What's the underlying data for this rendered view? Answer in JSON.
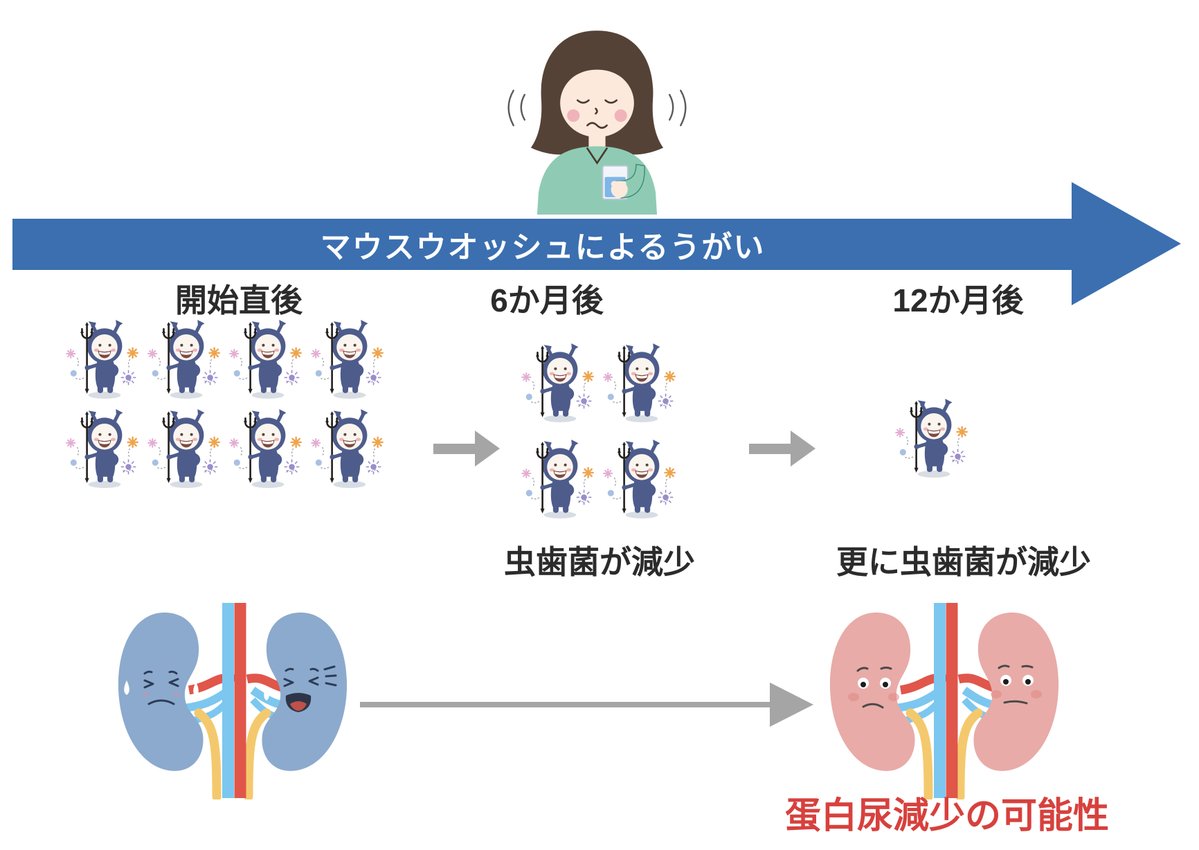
{
  "timeline": {
    "label": "マウスウオッシュによるうがい"
  },
  "stages": [
    {
      "id": "start",
      "label": "開始直後",
      "bacteria_count": 8,
      "columns": 4,
      "caption": ""
    },
    {
      "id": "6-months",
      "label": "6か月後",
      "bacteria_count": 4,
      "columns": 2,
      "caption": "虫歯菌が減少"
    },
    {
      "id": "12-months",
      "label": "12か月後",
      "bacteria_count": 1,
      "columns": 1,
      "caption": "更に虫歯菌が減少"
    }
  ],
  "kidneys": {
    "before_state": "sad-crying-blue-kidneys",
    "after_state": "relieved-pink-kidneys",
    "caption": "蛋白尿減少の可能性"
  },
  "icons": {
    "woman": "woman-gargling-mouthwash-illustration",
    "devil": "cavity-bacteria-devil-icon",
    "arrow": "progress-arrow-icon"
  },
  "colors": {
    "band_blue": "#3b6fb0",
    "label_text": "#2b2b2b",
    "result_red": "#d7413d",
    "arrow_gray": "#a5a5a5",
    "shadow_gray": "#d8dde4",
    "devil_body": "#4e5c8c",
    "germ_orange": "#eda54e",
    "germ_purple": "#9b8ccc",
    "germ_blue": "#a9c0e2",
    "germ_pink": "#e3aed2",
    "kidney_blue": "#8caacd",
    "kidney_pink": "#e8aba8",
    "vessel_blue": "#7cc7ef",
    "vessel_red": "#e0564a",
    "ureter_yellow": "#f4c96d",
    "hair_brown": "#554237",
    "skin": "#fce9dc",
    "sweater_green": "#8fcbb4",
    "mouthwash_blue": "#7fb6e8"
  }
}
